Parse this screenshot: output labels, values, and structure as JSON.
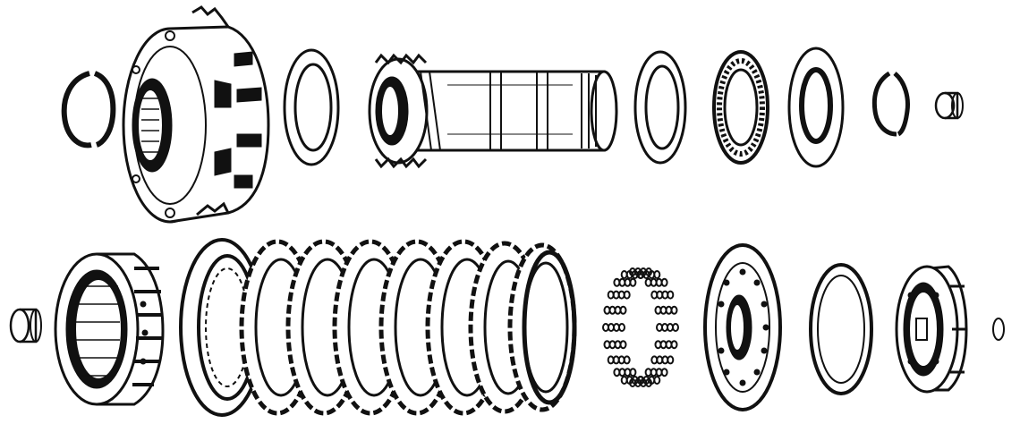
{
  "diagram": {
    "type": "exploded-view-line-drawing",
    "ink_color": "#111111",
    "paper_color": "#ffffff",
    "rows": [
      {
        "id": "top",
        "parts": [
          "snap-ring",
          "planetary-gear-carrier",
          "thrust-washer",
          "helical-gear-shaft",
          "thrust-washer",
          "needle-thrust-bearing",
          "thrust-washer",
          "snap-ring",
          "bushing"
        ]
      },
      {
        "id": "bottom",
        "parts": [
          "bushing",
          "clutch-drum",
          "clutch-plate-pack",
          "clutch-springs",
          "piston",
          "seal-ring",
          "clutch-hub",
          "o-ring"
        ]
      }
    ],
    "clutch_plate_count": 9,
    "spring_count": 20
  }
}
